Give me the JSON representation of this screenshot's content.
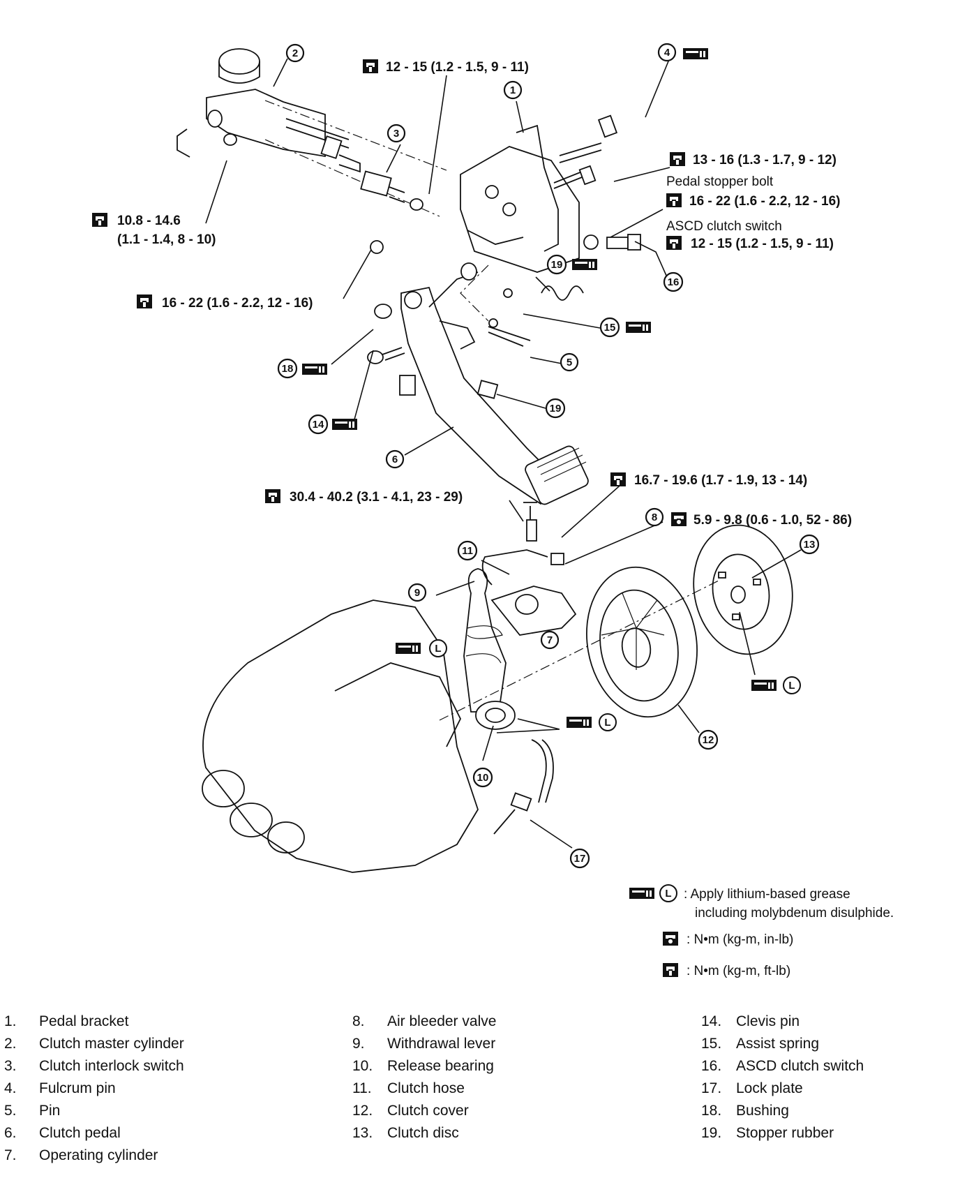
{
  "torque_specs": {
    "t1": "12 - 15 (1.2 - 1.5, 9 - 11)",
    "t2": "13 - 16 (1.3 - 1.7, 9 - 12)",
    "t2_caption": "Pedal stopper bolt",
    "t3": "16 - 22 (1.6 - 2.2, 12 - 16)",
    "t3_caption": "ASCD clutch switch",
    "t4": "12 - 15 (1.2 - 1.5, 9 - 11)",
    "t5": "10.8 - 14.6",
    "t5b": "(1.1 - 1.4, 8 - 10)",
    "t6": "16 - 22 (1.6 - 2.2, 12 - 16)",
    "t7": "16.7 - 19.6 (1.7 - 1.9, 13 - 14)",
    "t8": "30.4 - 40.2 (3.1 - 4.1, 23 - 29)",
    "t9": "5.9 - 9.8 (0.6 - 1.0, 52 - 86)"
  },
  "callouts": [
    "1",
    "2",
    "3",
    "4",
    "5",
    "6",
    "7",
    "8",
    "9",
    "10",
    "11",
    "12",
    "13",
    "14",
    "15",
    "16",
    "17",
    "18",
    "19",
    "19"
  ],
  "grease_letter": "L",
  "key": {
    "grease_line1": ": Apply lithium-based grease",
    "grease_line2": "including molybdenum disulphide.",
    "inlb": ": N•m (kg-m, in-lb)",
    "ftlb": ": N•m (kg-m, ft-lb)"
  },
  "legend": [
    [
      {
        "n": "1.",
        "label": "Pedal bracket"
      },
      {
        "n": "2.",
        "label": "Clutch master cylinder"
      },
      {
        "n": "3.",
        "label": "Clutch interlock switch"
      },
      {
        "n": "4.",
        "label": "Fulcrum pin"
      },
      {
        "n": "5.",
        "label": "Pin"
      },
      {
        "n": "6.",
        "label": "Clutch pedal"
      },
      {
        "n": "7.",
        "label": "Operating cylinder"
      }
    ],
    [
      {
        "n": "8.",
        "label": "Air bleeder valve"
      },
      {
        "n": "9.",
        "label": "Withdrawal lever"
      },
      {
        "n": "10.",
        "label": "Release bearing"
      },
      {
        "n": "11.",
        "label": "Clutch hose"
      },
      {
        "n": "12.",
        "label": "Clutch cover"
      },
      {
        "n": "13.",
        "label": "Clutch disc"
      }
    ],
    [
      {
        "n": "14.",
        "label": "Clevis pin"
      },
      {
        "n": "15.",
        "label": "Assist spring"
      },
      {
        "n": "16.",
        "label": "ASCD clutch switch"
      },
      {
        "n": "17.",
        "label": "Lock plate"
      },
      {
        "n": "18.",
        "label": "Bushing"
      },
      {
        "n": "19.",
        "label": "Stopper rubber"
      }
    ]
  ]
}
